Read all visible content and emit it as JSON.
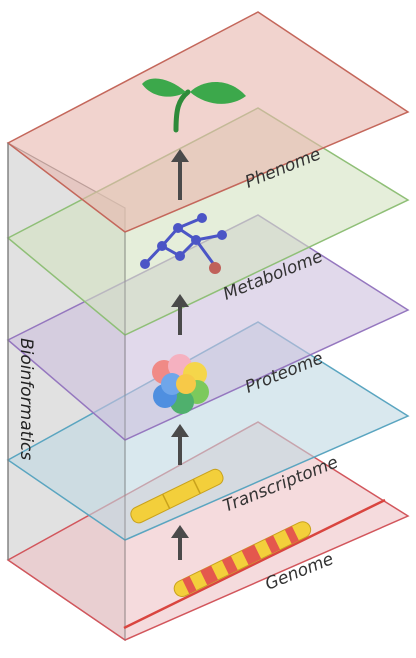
{
  "diagram": {
    "side_label": "Bioinformatics",
    "layers": [
      {
        "key": "phenome",
        "label": "Phenome",
        "color": "#e8b6ae",
        "edge": "#c4675b"
      },
      {
        "key": "metabolome",
        "label": "Metabolome",
        "color": "#d3e2c2",
        "edge": "#8fbf77"
      },
      {
        "key": "proteome",
        "label": "Proteome",
        "color": "#cdbfdd",
        "edge": "#9577bf"
      },
      {
        "key": "transcriptome",
        "label": "Transcriptome",
        "color": "#bfd9e2",
        "edge": "#5aa5c0"
      },
      {
        "key": "genome",
        "label": "Genome",
        "color": "#efc3c6",
        "edge": "#d2565c"
      }
    ],
    "colors": {
      "arrow": "#4a4a4a",
      "plant_leaf": "#3ca84b",
      "plant_stem": "#2e8b3a",
      "molecule_node": "#4b55c6",
      "molecule_special": "#c0615a",
      "gene_yellow": "#f3cf3b",
      "gene_red": "#e4584d"
    }
  }
}
